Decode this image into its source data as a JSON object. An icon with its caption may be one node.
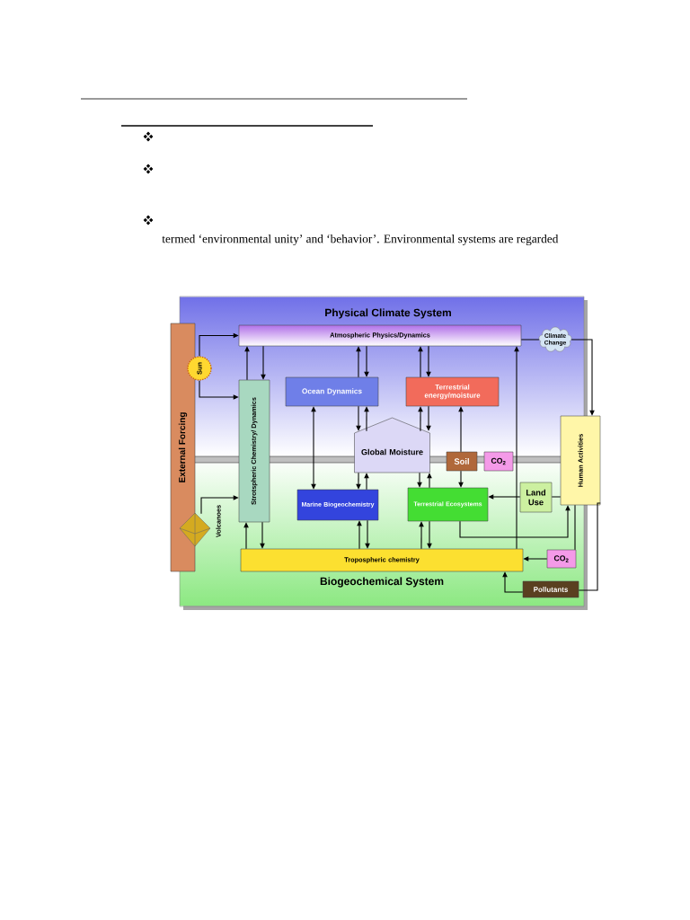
{
  "diagram": {
    "nodes": [
      {
        "text": [
          "External Forcing"
        ]
      },
      {
        "text": [
          "Sun"
        ]
      },
      {
        "text": [
          "Atmospheric Physics/Dynamics"
        ]
      },
      {
        "text": [
          "Climate Change"
        ]
      },
      {
        "text": [
          "Strotspheric Chemistry/ Dynamics"
        ]
      },
      {
        "text": [
          "Ocean Dynamics"
        ]
      },
      {
        "text": [
          "Terrestrial energy/moisture"
        ]
      },
      {
        "text": [
          "Global Moisture"
        ]
      },
      {
        "text": [
          "Soil"
        ]
      },
      {
        "text": [
          "CO$_{2}$"
        ]
      },
      {
        "text": [
          "Human Activities"
        ]
      },
      {
        "text": [],
        "shape": "diamond",
        "beside": [
          "Volcanoes"
        ]
      },
      {
        "text": [
          "Marine Biogeochemistry"
        ]
      },
      {
        "text": [
          "Terrestrial Ecosystems"
        ]
      },
      {
        "text": [
          "Land Use"
        ]
      },
      {
        "text": [
          "Tropospheric chemistry"
        ]
      },
      {
        "text": [
          "CO$_{2}$"
        ]
      },
      {
        "text": [
          "Pollutants"
        ]
      }
    ],
    "edges": [
      {
        "from": 1,
        "to": 2,
        "arrow": "to"
      },
      {
        "from": 1,
        "to": 4,
        "arrow": "to"
      },
      {
        "from": 4,
        "to": 2,
        "arrow": "to"
      },
      {
        "from": 2,
        "to": 4,
        "arrow": "to"
      },
      {
        "from": 5,
        "to": 2,
        "arrow": "to"
      },
      {
        "from": 2,
        "to": 5,
        "arrow": "to"
      },
      {
        "from": 5,
        "to": 7,
        "arrow": "to"
      },
      {
        "from": 7,
        "to": 5,
        "arrow": "to"
      },
      {
        "from": 5,
        "to": 12,
        "arrow": "both"
      },
      {
        "from": 7,
        "to": 12,
        "arrow": "to"
      },
      {
        "from": 12,
        "to": 7,
        "arrow": "to"
      },
      {
        "from": 15,
        "to": 12,
        "arrow": "to"
      },
      {
        "from": 12,
        "to": 15,
        "arrow": "to"
      },
      {
        "from": 15,
        "to": 4,
        "arrow": "to"
      },
      {
        "from": 4,
        "to": 15,
        "arrow": "to"
      },
      {
        "from": 11,
        "to": 4,
        "arrow": "to"
      },
      {
        "from": 6,
        "to": 2,
        "arrow": "to"
      },
      {
        "from": 2,
        "to": 6,
        "arrow": "to"
      },
      {
        "from": 7,
        "to": 6,
        "arrow": "to"
      },
      {
        "from": 6,
        "to": 7,
        "arrow": "to"
      },
      {
        "from": 7,
        "to": 13,
        "arrow": "to"
      },
      {
        "from": 13,
        "to": 7,
        "arrow": "to"
      },
      {
        "from": 15,
        "to": 13,
        "arrow": "to"
      },
      {
        "from": 13,
        "to": 15,
        "arrow": "to"
      },
      {
        "from": 8,
        "to": 6,
        "arrow": "to"
      },
      {
        "from": 8,
        "to": 13,
        "arrow": "to"
      },
      {
        "from": 15,
        "to": 2,
        "arrow": "to"
      },
      {
        "from": 2,
        "to": 3,
        "arrow": "none"
      },
      {
        "from": 3,
        "to": 10,
        "arrow": "to"
      },
      {
        "from": 10,
        "to": 14,
        "arrow": "none"
      },
      {
        "from": 14,
        "to": 13,
        "arrow": "to"
      },
      {
        "from": 13,
        "to": 10,
        "arrow": "to"
      },
      {
        "from": 10,
        "to": 16,
        "arrow": "none"
      },
      {
        "from": 16,
        "to": 15,
        "arrow": "to"
      },
      {
        "from": 10,
        "to": 17,
        "arrow": "none"
      },
      {
        "from": 17,
        "to": 15,
        "arrow": "to"
      }
    ],
    "labels": [
      "termed ‘environmental unity’ and ‘behavior’. Environmental systems are regarded",
      "Physical Climate System",
      "Biogeochemical System"
    ]
  }
}
